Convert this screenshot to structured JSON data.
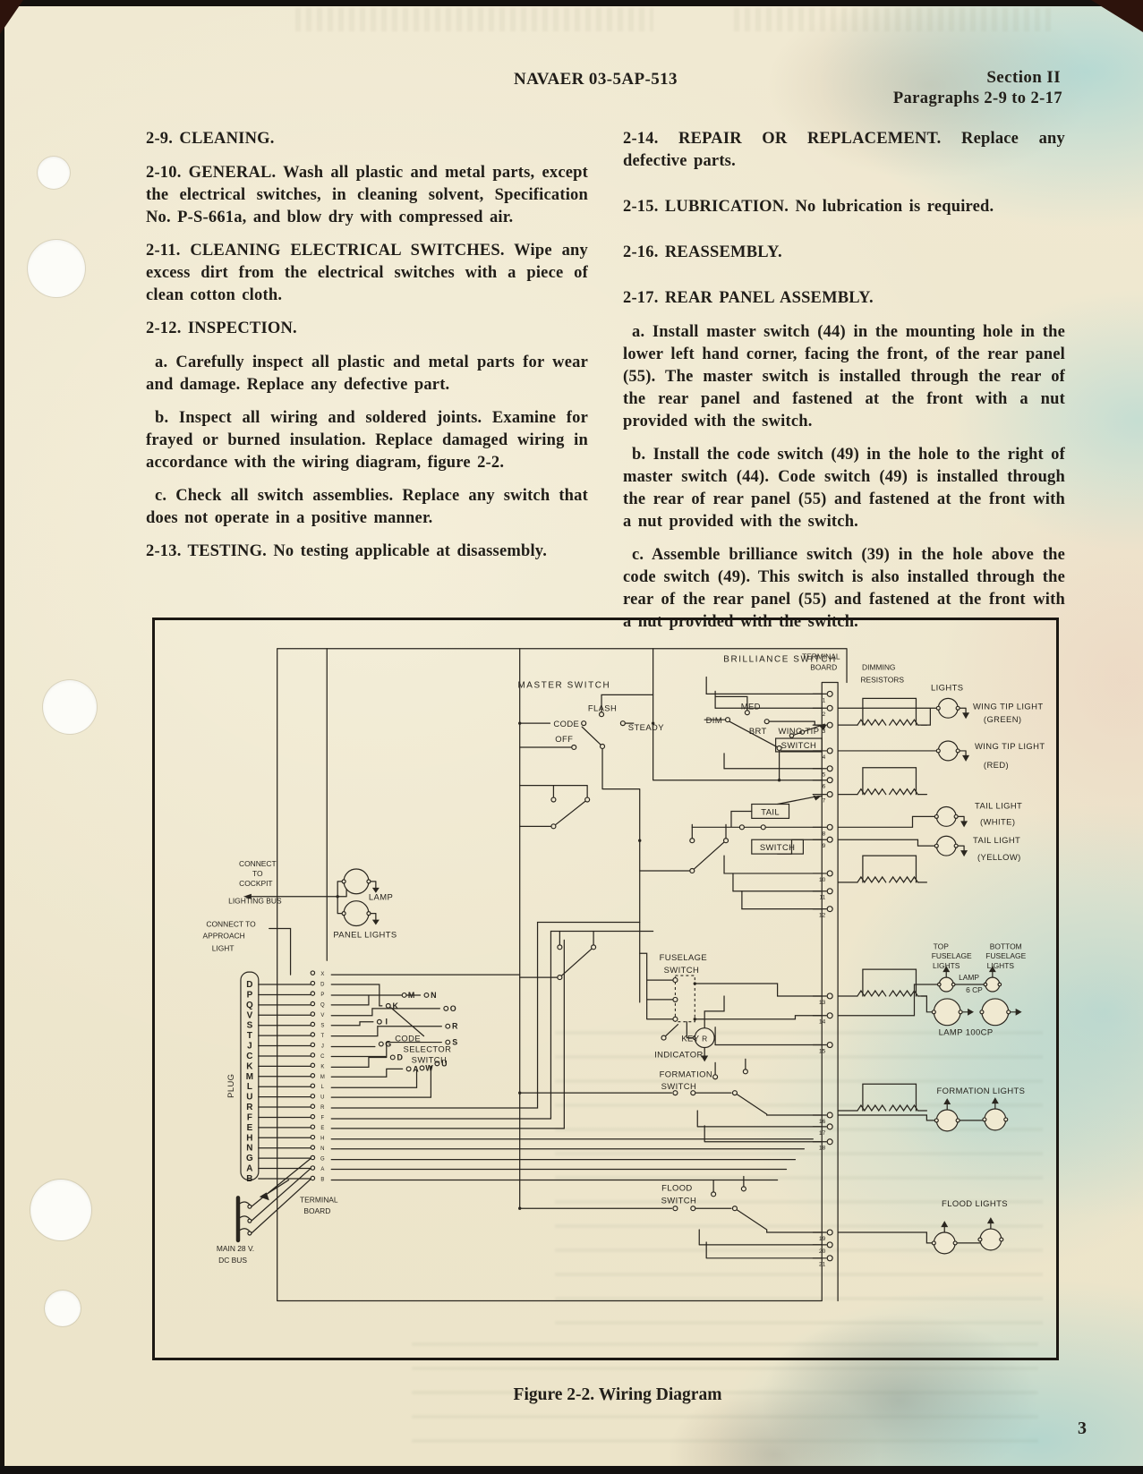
{
  "colors": {
    "paper": "#efe7ce",
    "ink": "#211e19",
    "stain_cyan": "#8fd0d6"
  },
  "header": {
    "doc_number": "NAVAER 03-5AP-513",
    "section": "Section II",
    "paragraph_range": "Paragraphs 2-9 to 2-17"
  },
  "left_column": {
    "paragraphs": [
      "2-9.  CLEANING.",
      "2-10.  GENERAL.  Wash all plastic and metal parts, except the electrical switches, in cleaning solvent, Specification No. P-S-661a, and blow dry with compressed air.",
      "2-11.  CLEANING ELECTRICAL SWITCHES.  Wipe any excess dirt from the electrical switches with a piece of clean cotton cloth.",
      "2-12.  INSPECTION.",
      "a.  Carefully inspect all plastic and metal parts for wear and damage.  Replace any defective part.",
      "b.  Inspect all wiring and soldered joints.  Examine for frayed or burned insulation.  Replace damaged wiring in accordance with the wiring diagram, figure 2-2.",
      "c.  Check all switch assemblies.  Replace any switch that does not operate in a positive manner.",
      "2-13.  TESTING.  No testing applicable at disassembly."
    ]
  },
  "right_column": {
    "paragraphs": [
      "2-14.  REPAIR OR REPLACEMENT.  Replace any defective parts.",
      "2-15.  LUBRICATION.  No lubrication is required.",
      "2-16.  REASSEMBLY.",
      "2-17.  REAR PANEL ASSEMBLY.",
      "a.  Install master switch (44) in the mounting hole in the lower left hand corner, facing the front, of the rear panel (55).  The master switch is installed through the rear of the rear panel and fastened at the front with a nut provided with the switch.",
      "b.  Install the code switch (49) in the hole to the right of master switch (44).  Code switch (49) is installed through the rear of rear panel (55) and fastened at the front with a nut provided with the switch.",
      "c.  Assemble brilliance switch (39) in the hole above the code switch (49).  This switch is also installed through the rear of the rear panel (55) and fastened at the front with a nut provided with the switch."
    ]
  },
  "figure": {
    "caption": "Figure 2-2.  Wiring Diagram",
    "page_number": "3",
    "labels": {
      "terminal_board_1": "TERMINAL",
      "terminal_board_2": "BOARD",
      "dimming_1": "DIMMING",
      "dimming_2": "RESISTORS",
      "master_switch": "MASTER  SWITCH",
      "code": "CODE",
      "flash": "FLASH",
      "steady": "STEADY",
      "off": "OFF",
      "brilliance_switch": "BRILLIANCE  SWITCH",
      "dim": "DIM",
      "med": "MED",
      "brt": "BRT",
      "wing_tip": "WING TIP",
      "switch_word": "SWITCH",
      "lights": "LIGHTS",
      "wing_tip_light": "WING TIP LIGHT",
      "green": "(GREEN)",
      "red": "(RED)",
      "tail_light": "TAIL LIGHT",
      "white": "(WHITE)",
      "yellow": "(YELLOW)",
      "tail": "TAIL",
      "connect_cockpit_1": "CONNECT",
      "connect_cockpit_2": "TO",
      "connect_cockpit_3": "COCKPIT",
      "connect_cockpit_4": "LIGHTING BUS",
      "connect_approach_1": "CONNECT TO",
      "connect_approach_2": "APPROACH",
      "connect_approach_3": "LIGHT",
      "lamp": "LAMP",
      "panel_lights": "PANEL LIGHTS",
      "plug": "PLUG",
      "code_sel_1": "CODE",
      "code_sel_2": "SELECTOR",
      "code_sel_3": "SWITCH",
      "fuselage": "FUSELAGE",
      "key": "KEY",
      "indicator": "INDICATOR",
      "indicator_r": "R",
      "top": "TOP",
      "bottom": "BOTTOM",
      "fuselage_w": "FUSELAGE",
      "lights_w": "LIGHTS",
      "lamp_6cp_1": "LAMP",
      "lamp_6cp_2": "6 CP",
      "lamp_100cp": "LAMP 100CP",
      "formation": "FORMATION",
      "formation_lights": "FORMATION  LIGHTS",
      "flood": "FLOOD",
      "flood_lights": "FLOOD LIGHTS",
      "main_bus_1": "MAIN 28 V.",
      "main_bus_2": "DC BUS"
    },
    "plug_letters": [
      "D",
      "P",
      "Q",
      "V",
      "S",
      "T",
      "J",
      "C",
      "K",
      "M",
      "L",
      "U",
      "R",
      "F",
      "E",
      "H",
      "N",
      "G",
      "A",
      "B"
    ],
    "strip_letters": [
      "X",
      "D",
      "P",
      "Q",
      "V",
      "S",
      "T",
      "J",
      "C",
      "K",
      "M",
      "L",
      "U",
      "R",
      "F",
      "E",
      "H",
      "N",
      "G",
      "A",
      "B"
    ],
    "terminal_numbers": [
      "1",
      "2",
      "3",
      "4",
      "5",
      "6",
      "7",
      "8",
      "9",
      "10",
      "11",
      "12",
      "13",
      "14",
      "15",
      "16",
      "17",
      "18",
      "19",
      "20",
      "21"
    ],
    "selector_letters": [
      "K",
      "M",
      "N",
      "O",
      "I",
      "R",
      "G",
      "S",
      "D",
      "A",
      "W",
      "U"
    ]
  }
}
